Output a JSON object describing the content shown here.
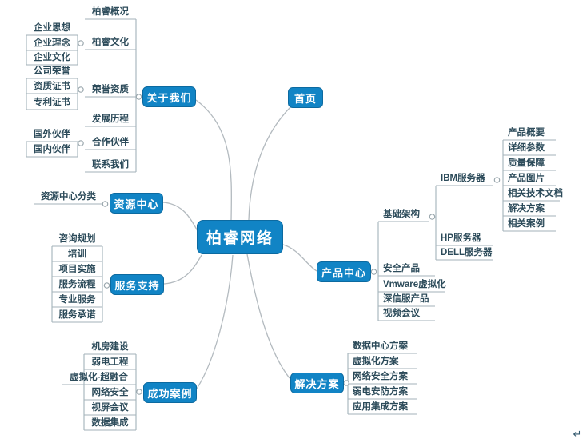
{
  "root": {
    "label": "柏睿网络"
  },
  "home": {
    "label": "首页"
  },
  "about": {
    "label": "关于我们",
    "children": [
      {
        "label": "柏睿概况"
      },
      {
        "label": "柏睿文化",
        "children": [
          {
            "label": "企业思想"
          },
          {
            "label": "企业理念"
          },
          {
            "label": "企业文化"
          }
        ]
      },
      {
        "label": "荣誉资质",
        "children": [
          {
            "label": "公司荣誉"
          },
          {
            "label": "资质证书"
          },
          {
            "label": "专利证书"
          }
        ]
      },
      {
        "label": "发展历程"
      },
      {
        "label": "合作伙伴",
        "children": [
          {
            "label": "国外伙伴"
          },
          {
            "label": "国内伙伴"
          }
        ]
      },
      {
        "label": "联系我们"
      }
    ]
  },
  "resource": {
    "label": "资源中心",
    "children": [
      {
        "label": "资源中心分类"
      }
    ]
  },
  "service": {
    "label": "服务支持",
    "children": [
      {
        "label": "咨询规划"
      },
      {
        "label": "培训"
      },
      {
        "label": "项目实施"
      },
      {
        "label": "服务流程"
      },
      {
        "label": "专业服务"
      },
      {
        "label": "服务承诺"
      }
    ]
  },
  "cases": {
    "label": "成功案例",
    "children": [
      {
        "label": "机房建设"
      },
      {
        "label": "弱电工程"
      },
      {
        "label": "虚拟化-超融合"
      },
      {
        "label": "网络安全"
      },
      {
        "label": "视屏会议"
      },
      {
        "label": "数据集成"
      }
    ]
  },
  "product": {
    "label": "产品中心",
    "children": [
      {
        "label": "基础架构",
        "children": [
          {
            "label": "IBM服务器",
            "children": [
              {
                "label": "产品概要"
              },
              {
                "label": "详细参数"
              },
              {
                "label": "质量保障"
              },
              {
                "label": "产品图片"
              },
              {
                "label": "相关技术文档"
              },
              {
                "label": "解决方案"
              },
              {
                "label": "相关案例"
              }
            ]
          },
          {
            "label": "HP服务器"
          },
          {
            "label": "DELL服务器"
          }
        ]
      },
      {
        "label": "安全产品"
      },
      {
        "label": "Vmware虚拟化"
      },
      {
        "label": "深信服产品"
      },
      {
        "label": "视频会议"
      }
    ]
  },
  "solution": {
    "label": "解决方案",
    "children": [
      {
        "label": "数据中心方案"
      },
      {
        "label": "虚拟化方案"
      },
      {
        "label": "网络安全方案"
      },
      {
        "label": "弱电安防方案"
      },
      {
        "label": "应用集成方案"
      }
    ]
  },
  "colors": {
    "topic_fill": "#1184c5",
    "topic_border": "#0c6aa0",
    "label_text": "#2c4b5a",
    "line": "#a3b2ba"
  },
  "editor": {
    "paragraph_mark": "↵"
  }
}
